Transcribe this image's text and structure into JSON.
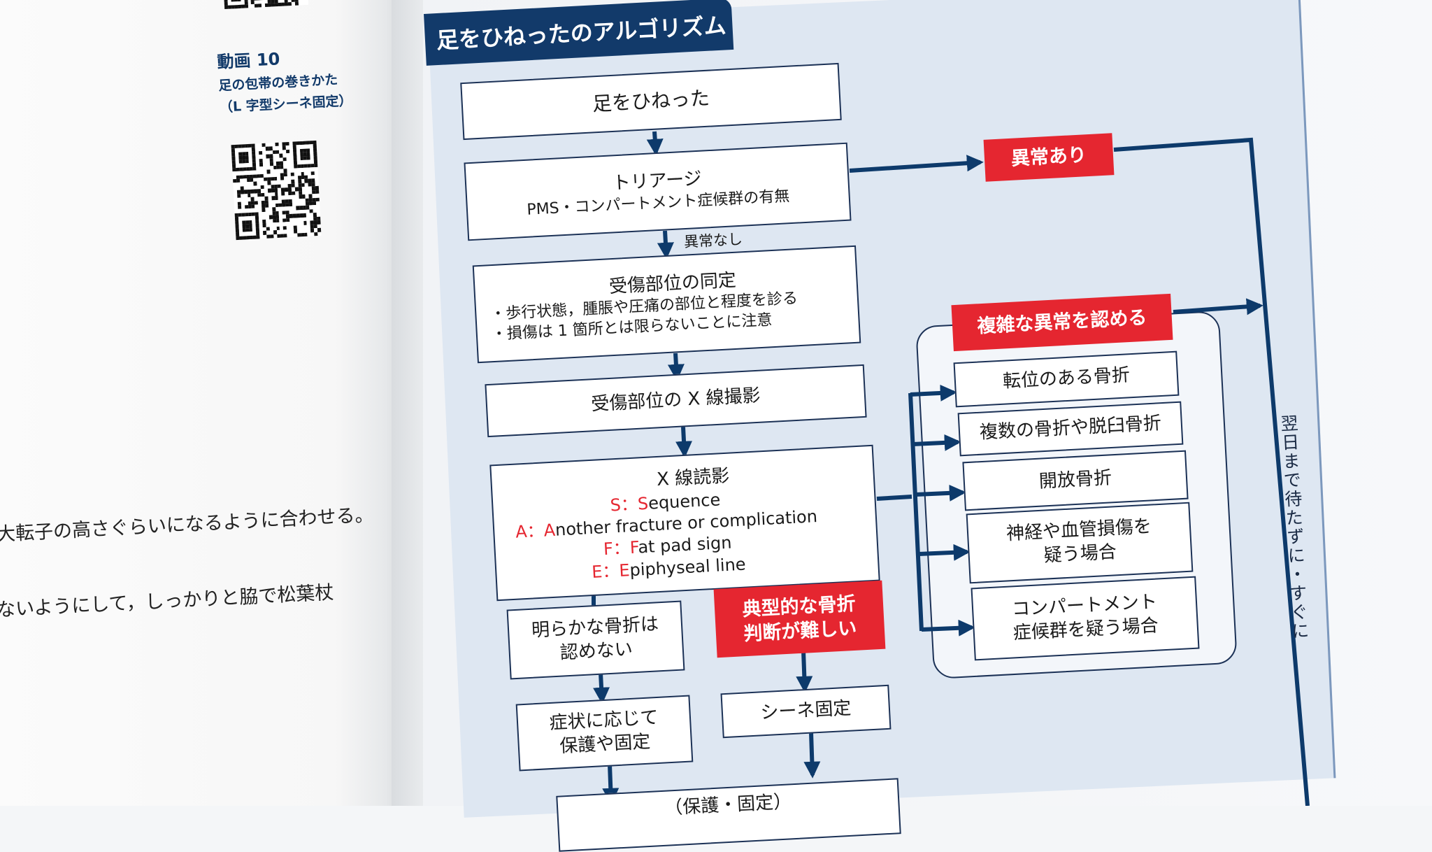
{
  "left_page": {
    "video_label": "動画 10",
    "video_title": "足の包帯の巻きかた",
    "video_subtitle": "（L 字型シーネ固定）",
    "body_lines": [
      "大転子の高さぐらいになるように合わせる。",
      "ないようにして，しっかりと脇で松葉杖"
    ]
  },
  "diagram": {
    "title": "足をひねったのアルゴリズム",
    "start": "足をひねった",
    "triage_title": "トリアージ",
    "triage_detail": "PMS・コンパートメント症候群の有無",
    "no_abnormal": "異常なし",
    "abnormal": "異常あり",
    "identify_title": "受傷部位の同定",
    "identify_bullets": [
      "・歩行状態，腫脹や圧痛の部位と程度を診る",
      "・損傷は 1 箇所とは限らないことに注意"
    ],
    "xray": "受傷部位の X 線撮影",
    "reading_title": "X 線読影",
    "reading_items": [
      {
        "letter": "S",
        "rest": "equence",
        "prefix": "S："
      },
      {
        "letter": "A",
        "rest": "nother fracture or complication",
        "prefix": "A："
      },
      {
        "letter": "F",
        "rest": "at pad sign",
        "prefix": "F："
      },
      {
        "letter": "E",
        "rest": "piphyseal line",
        "prefix": "E："
      }
    ],
    "no_fracture": [
      "明らかな骨折は",
      "認めない"
    ],
    "difficult": [
      "典型的な骨折",
      "判断が難しい"
    ],
    "symptom": [
      "症状に応じて",
      "保護や固定"
    ],
    "splint": "シーネ固定",
    "bottom_box": "（保護・固定）",
    "complex": "複雑な異常を認める",
    "complex_items": [
      [
        "転位のある骨折"
      ],
      [
        "複数の骨折や脱臼骨折"
      ],
      [
        "開放骨折"
      ],
      [
        "神経や血管損傷を",
        "疑う場合"
      ],
      [
        "コンパートメント",
        "症候群を疑う場合"
      ]
    ],
    "urgent": "翌日まで待たずに・すぐに",
    "colors": {
      "navy": "#123a6a",
      "red": "#e52630",
      "panel": "#dee7f2"
    }
  }
}
